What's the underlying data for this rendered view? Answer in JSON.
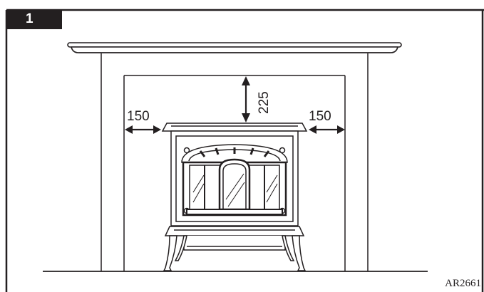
{
  "step": {
    "number": "1"
  },
  "dimensions": {
    "left_clearance": "150",
    "right_clearance": "150",
    "top_clearance": "225"
  },
  "reference": {
    "code": "AR2661"
  },
  "colors": {
    "line": "#231f20",
    "background": "#ffffff"
  }
}
